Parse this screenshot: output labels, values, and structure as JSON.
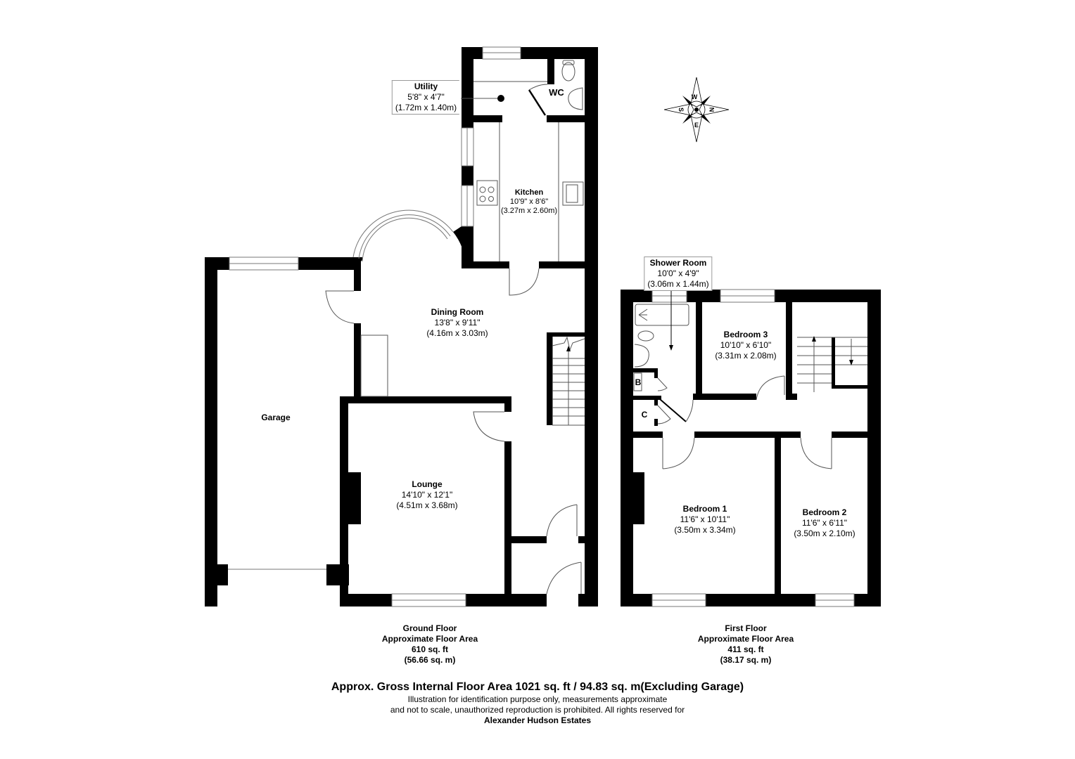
{
  "ground_floor": {
    "rooms": [
      {
        "name": "Utility",
        "imperial": "5'8\" x 4'7\"",
        "metric": "(1.72m x 1.40m)"
      },
      {
        "name": "WC"
      },
      {
        "name": "Kitchen",
        "imperial": "10'9\" x 8'6\"",
        "metric": "(3.27m x 2.60m)"
      },
      {
        "name": "Dining Room",
        "imperial": "13'8\" x 9'11\"",
        "metric": "(4.16m x 3.03m)"
      },
      {
        "name": "Garage"
      },
      {
        "name": "Lounge",
        "imperial": "14'10\" x 12'1\"",
        "metric": "(4.51m x 3.68m)"
      }
    ],
    "caption": {
      "title": "Ground Floor",
      "subtitle": "Approximate Floor Area",
      "area_imperial": "610 sq. ft",
      "area_metric": "(56.66 sq. m)"
    }
  },
  "first_floor": {
    "rooms": [
      {
        "name": "Shower Room",
        "imperial": "10'0\" x 4'9\"",
        "metric": "(3.06m x 1.44m)"
      },
      {
        "name": "Bedroom 3",
        "imperial": "10'10\" x 6'10\"",
        "metric": "(3.31m x 2.08m)"
      },
      {
        "name": "B"
      },
      {
        "name": "C"
      },
      {
        "name": "Bedroom 1",
        "imperial": "11'6\" x 10'11\"",
        "metric": "(3.50m x 3.34m)"
      },
      {
        "name": "Bedroom 2",
        "imperial": "11'6\" x 6'11\"",
        "metric": "(3.50m x 2.10m)"
      }
    ],
    "caption": {
      "title": "First Floor",
      "subtitle": "Approximate Floor Area",
      "area_imperial": "411 sq. ft",
      "area_metric": "(38.17 sq. m)"
    }
  },
  "compass": {
    "icon": "compass-rose-icon",
    "top": "W",
    "right": "N",
    "bottom": "E",
    "left": "S"
  },
  "footer": {
    "gross_area": "Approx. Gross Internal Floor Area 1021 sq. ft / 94.83 sq. m(Excluding Garage)",
    "disclaimer_line1": "Illustration for identification purpose only, measurements approximate",
    "disclaimer_line2": "and not to scale, unauthorized reproduction is prohibited. All rights reserved for",
    "agent": "Alexander Hudson Estates"
  },
  "colors": {
    "wall": "#000000",
    "fixture_line": "#555555",
    "background": "#ffffff"
  }
}
